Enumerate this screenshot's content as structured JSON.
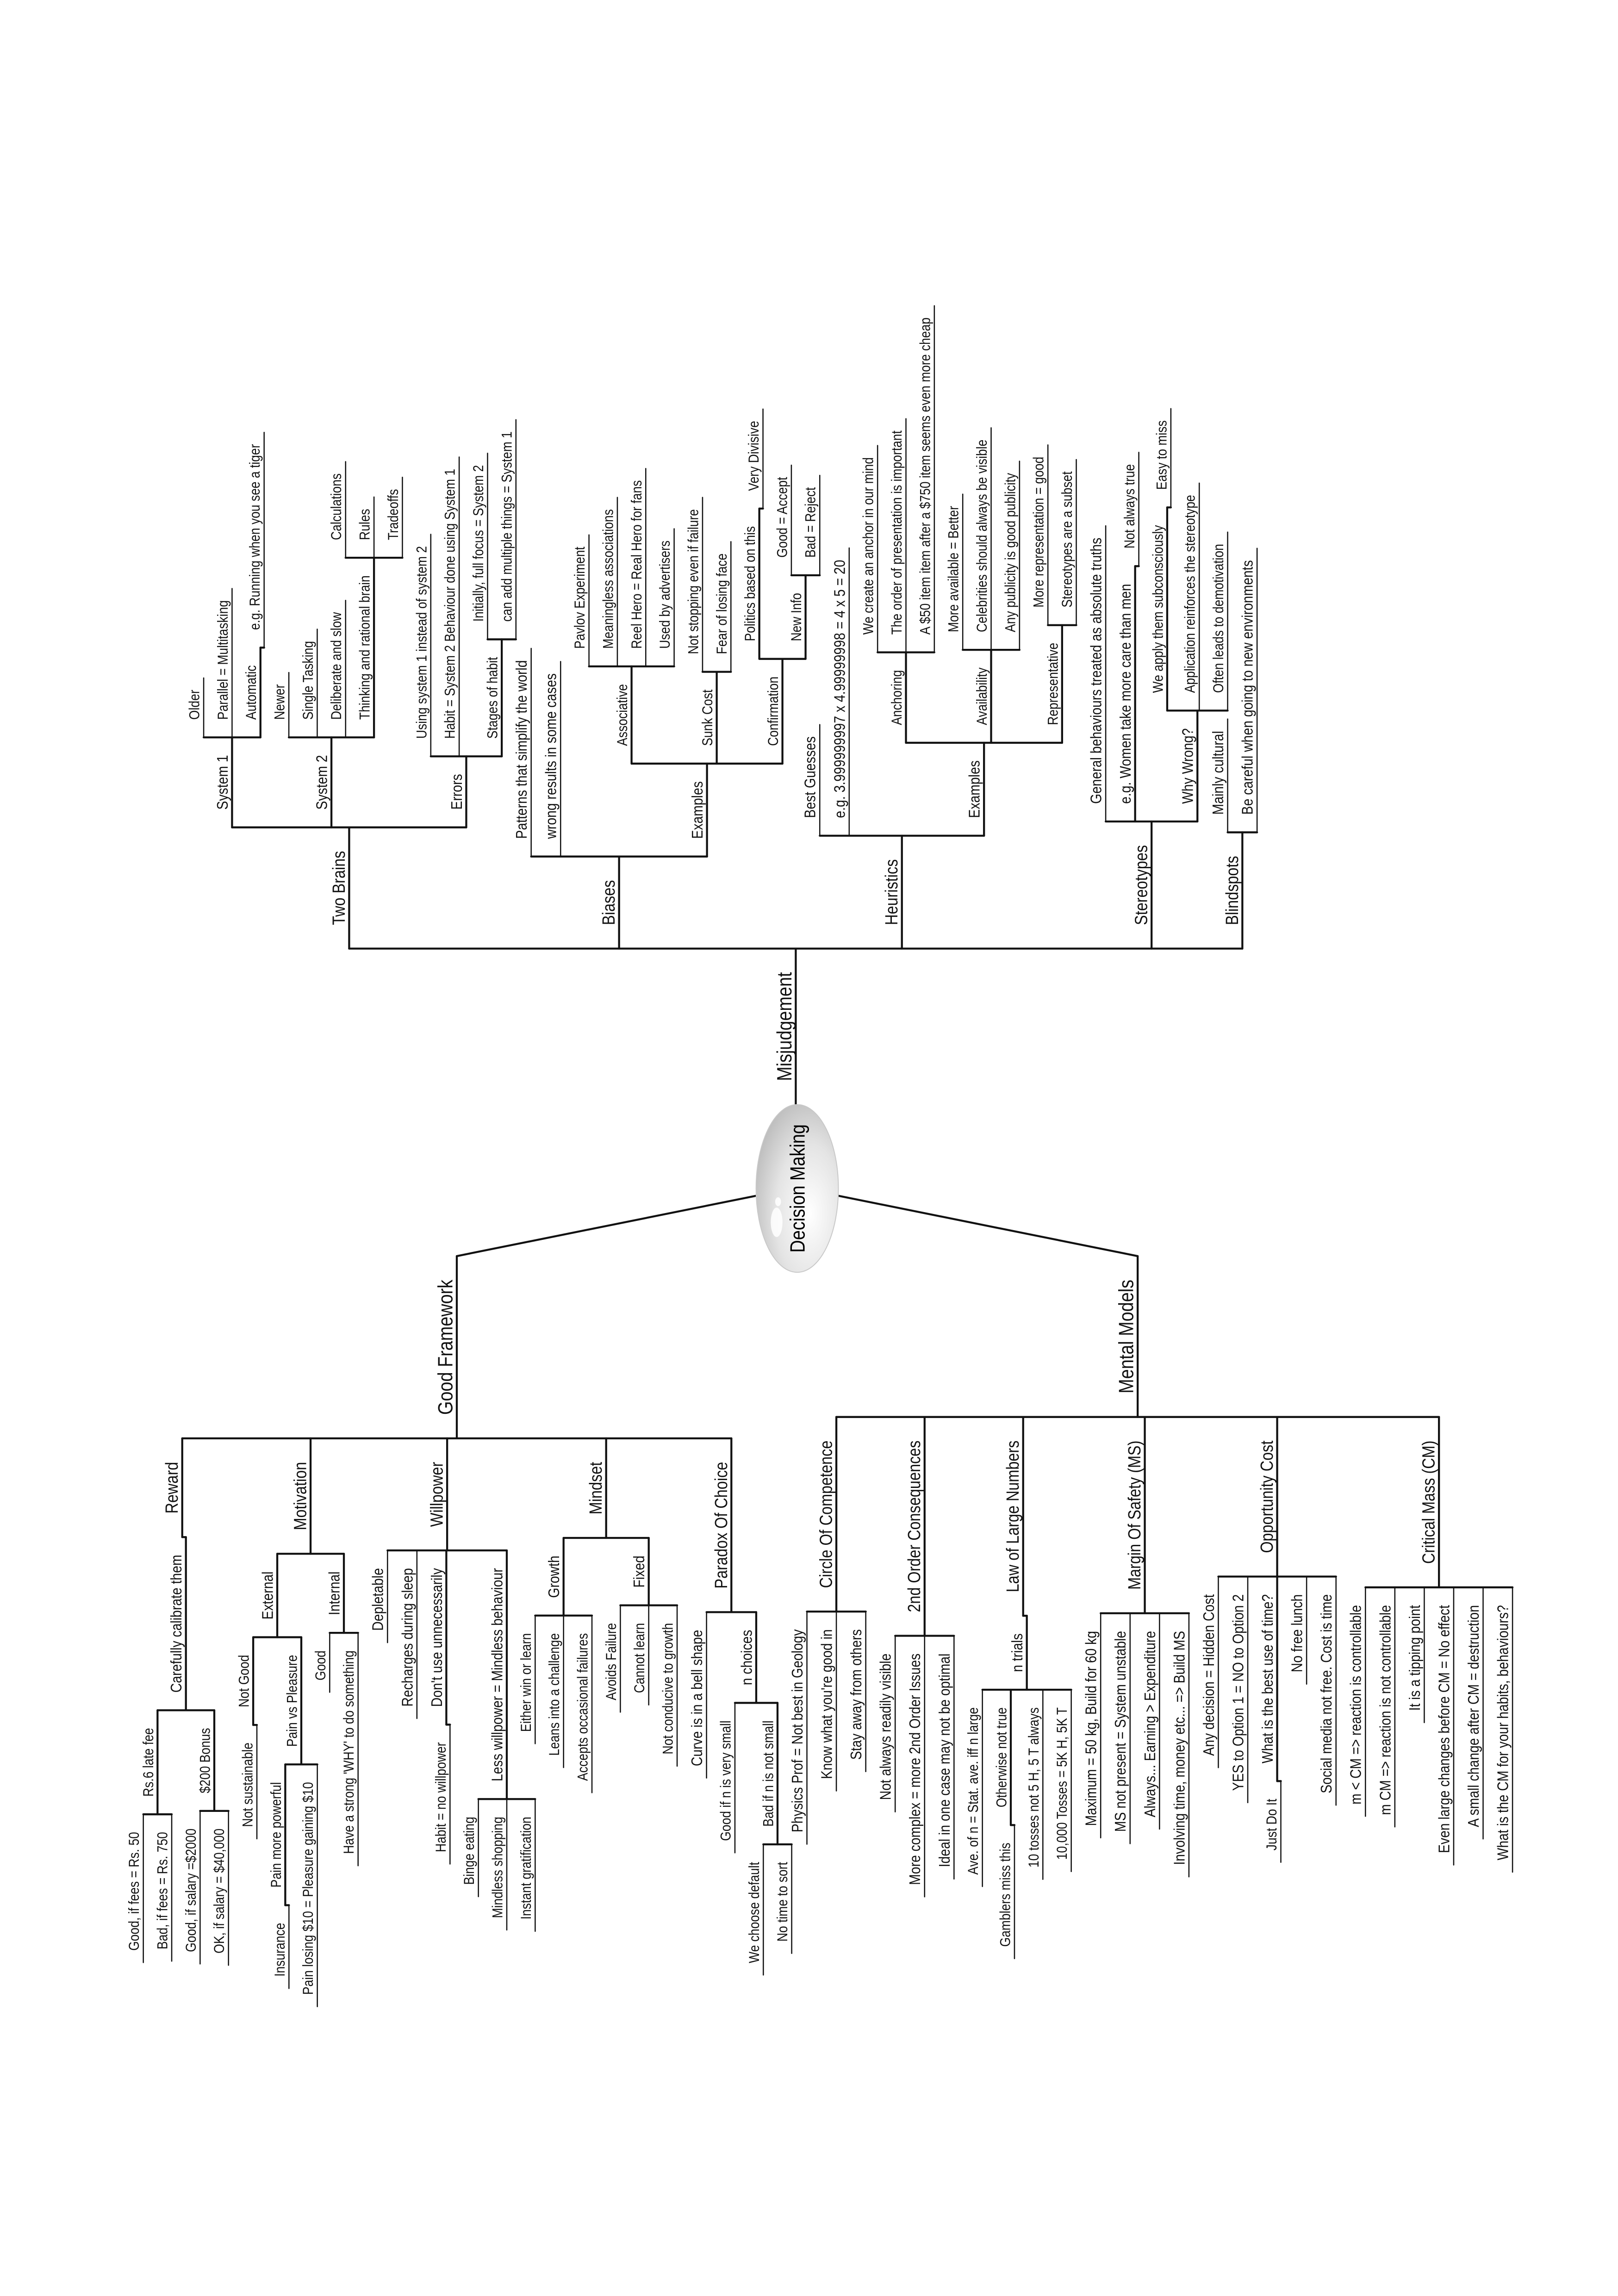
{
  "root": {
    "label": "Decision Making",
    "children": [
      {
        "label": "Misjudgement",
        "children": [
          {
            "label": "Two Brains",
            "children": [
              {
                "label": "System 1",
                "children": [
                  {
                    "label": "Older"
                  },
                  {
                    "label": "Parallel = Multitasking"
                  },
                  {
                    "label": "Automatic",
                    "children": [
                      {
                        "label": "e.g. Running when you see a tiger"
                      }
                    ]
                  }
                ]
              },
              {
                "label": "System 2",
                "children": [
                  {
                    "label": "Newer"
                  },
                  {
                    "label": "Single Tasking"
                  },
                  {
                    "label": "Deliberate and slow"
                  },
                  {
                    "label": "Thinking and rational brain",
                    "children": [
                      {
                        "label": "Calculations"
                      },
                      {
                        "label": "Rules"
                      },
                      {
                        "label": "Tradeoffs"
                      }
                    ]
                  }
                ]
              },
              {
                "label": "Errors",
                "children": [
                  {
                    "label": "Using system 1 instead of system 2"
                  },
                  {
                    "label": "Habit = System 2 Behaviour done using System 1"
                  },
                  {
                    "label": "Stages of habit",
                    "children": [
                      {
                        "label": "Initially, full focus = System 2"
                      },
                      {
                        "label": "can add multiple things = System 1"
                      }
                    ]
                  }
                ]
              }
            ]
          },
          {
            "label": "Biases",
            "children": [
              {
                "label": "Patterns that simplify the world"
              },
              {
                "label": "wrong results in some cases"
              },
              {
                "label": "Examples",
                "children": [
                  {
                    "label": "Associative",
                    "children": [
                      {
                        "label": "Pavlov Experiment"
                      },
                      {
                        "label": "Meaningless associations"
                      },
                      {
                        "label": "Reel Hero = Real Hero for fans"
                      },
                      {
                        "label": "Used by advertisers"
                      }
                    ]
                  },
                  {
                    "label": "Sunk Cost",
                    "children": [
                      {
                        "label": "Not stopping even if failure"
                      },
                      {
                        "label": "Fear of losing face"
                      }
                    ]
                  },
                  {
                    "label": "Confirmation",
                    "children": [
                      {
                        "label": "Politics based on this",
                        "children": [
                          {
                            "label": "Very Divisive"
                          }
                        ]
                      },
                      {
                        "label": "New Info",
                        "children": [
                          {
                            "label": "Good = Accept"
                          },
                          {
                            "label": "Bad = Reject"
                          }
                        ]
                      }
                    ]
                  }
                ]
              }
            ]
          },
          {
            "label": "Heuristics",
            "children": [
              {
                "label": "Best Guesses"
              },
              {
                "label": "e.g. 3.999999997 x 4.99999998 = 4 x 5 = 20"
              },
              {
                "label": "Examples",
                "children": [
                  {
                    "label": "Anchoring",
                    "children": [
                      {
                        "label": "We create an anchor in our mind"
                      },
                      {
                        "label": "The order of presentation is important"
                      },
                      {
                        "label": "A $50 item item after a $750 item seems even more cheap"
                      }
                    ]
                  },
                  {
                    "label": "Availability",
                    "children": [
                      {
                        "label": "More available = Better"
                      },
                      {
                        "label": "Celebrities should always be visible"
                      },
                      {
                        "label": "Any publicity is good publicity"
                      }
                    ]
                  },
                  {
                    "label": "Representative",
                    "children": [
                      {
                        "label": "More representation = good"
                      },
                      {
                        "label": "Stereotypes are a subset"
                      }
                    ]
                  }
                ]
              }
            ]
          },
          {
            "label": "Stereotypes",
            "children": [
              {
                "label": "General behaviours treated as absolute truths"
              },
              {
                "label": "e.g. Women take more care than men",
                "children": [
                  {
                    "label": "Not always true"
                  }
                ]
              },
              {
                "label": "Why Wrong?",
                "children": [
                  {
                    "label": "We apply them subconsciously",
                    "children": [
                      {
                        "label": "Easy to miss"
                      }
                    ]
                  },
                  {
                    "label": "Application reinforces the stereotype"
                  },
                  {
                    "label": "Often leads to demotivation"
                  }
                ]
              }
            ]
          },
          {
            "label": "Blindspots",
            "children": [
              {
                "label": "Mainly cultural"
              },
              {
                "label": "Be careful when going to new environments"
              }
            ]
          }
        ]
      },
      {
        "label": "Good Framework",
        "children": [
          {
            "label": "Reward",
            "children": [
              {
                "label": "Carefully calibrate them",
                "children": [
                  {
                    "label": "Rs.6 late fee",
                    "children": [
                      {
                        "label": "Good, if fees = Rs. 50"
                      },
                      {
                        "label": "Bad, if fees = Rs. 750"
                      }
                    ]
                  },
                  {
                    "label": "$200 Bonus",
                    "children": [
                      {
                        "label": "Good, if salary =$2000"
                      },
                      {
                        "label": "OK, if salary = $40,000"
                      }
                    ]
                  }
                ]
              }
            ]
          },
          {
            "label": "Motivation",
            "children": [
              {
                "label": "External",
                "children": [
                  {
                    "label": "Not Good",
                    "children": [
                      {
                        "label": "Not sustainable"
                      }
                    ]
                  },
                  {
                    "label": "Pain vs Pleasure",
                    "children": [
                      {
                        "label": "Pain more powerful",
                        "children": [
                          {
                            "label": "Insurance"
                          }
                        ]
                      },
                      {
                        "label": "Pain losing $10 = Pleasure gaining $10"
                      }
                    ]
                  }
                ]
              },
              {
                "label": "Internal",
                "children": [
                  {
                    "label": "Good"
                  },
                  {
                    "label": "Have a strong 'WHY' to do something"
                  }
                ]
              }
            ]
          },
          {
            "label": "Willpower",
            "children": [
              {
                "label": "Depletable"
              },
              {
                "label": "Recharges during sleep"
              },
              {
                "label": "Don't use unnecessarily",
                "children": [
                  {
                    "label": "Habit = no willpower"
                  }
                ]
              },
              {
                "label": "Less willpower = Mindless behaviour",
                "children": [
                  {
                    "label": "Binge eating"
                  },
                  {
                    "label": "Mindless shopping"
                  },
                  {
                    "label": "Instant gratification"
                  }
                ]
              }
            ]
          },
          {
            "label": "Mindset",
            "children": [
              {
                "label": "Growth",
                "children": [
                  {
                    "label": "Either win or learn"
                  },
                  {
                    "label": "Leans into a challenge"
                  },
                  {
                    "label": "Accepts occasional failures"
                  }
                ]
              },
              {
                "label": "Fixed",
                "children": [
                  {
                    "label": "Avoids Failure"
                  },
                  {
                    "label": "Cannot learn"
                  },
                  {
                    "label": "Not conducive to growth"
                  }
                ]
              }
            ]
          },
          {
            "label": "Paradox Of Choice",
            "children": [
              {
                "label": "Curve is in a bell shape"
              },
              {
                "label": "n choices",
                "children": [
                  {
                    "label": "Good if n is very small"
                  },
                  {
                    "label": "Bad if n is not small",
                    "children": [
                      {
                        "label": "We choose default"
                      },
                      {
                        "label": "No time to sort"
                      }
                    ]
                  }
                ]
              }
            ]
          }
        ]
      },
      {
        "label": "Mental Models",
        "children": [
          {
            "label": "Circle Of Competence",
            "children": [
              {
                "label": "Physics Prof = Not best in Geology"
              },
              {
                "label": "Know what you're good in"
              },
              {
                "label": "Stay away from others"
              }
            ]
          },
          {
            "label": "2nd Order Consequences",
            "children": [
              {
                "label": "Not always readily visible"
              },
              {
                "label": "More complex = more 2nd Order Issues"
              },
              {
                "label": "Ideal in one case may not be optimal"
              }
            ]
          },
          {
            "label": "Law of Large Numbers",
            "children": [
              {
                "label": "n trials",
                "children": [
                  {
                    "label": "Ave. of n = Stat. ave. iff n large"
                  },
                  {
                    "label": "Otherwise not true",
                    "children": [
                      {
                        "label": "Gamblers miss this"
                      }
                    ]
                  },
                  {
                    "label": "10 tosses not 5 H, 5 T always"
                  },
                  {
                    "label": "10,000 Tosses = 5K H, 5K T"
                  }
                ]
              }
            ]
          },
          {
            "label": "Margin Of Safety (MS)",
            "children": [
              {
                "label": "Maximum = 50 kg, Build for 60 kg"
              },
              {
                "label": "MS not present = System unstable"
              },
              {
                "label": "Always... Earning > Expenditure"
              },
              {
                "label": "Involving time, money etc... => Build MS"
              }
            ]
          },
          {
            "label": "Opportunity Cost",
            "children": [
              {
                "label": "Any decision = Hidden Cost"
              },
              {
                "label": "YES to Option 1 = NO to Option 2"
              },
              {
                "label": "What is the best use of time?",
                "children": [
                  {
                    "label": "Just Do It"
                  }
                ]
              },
              {
                "label": "No free lunch"
              },
              {
                "label": "Social media not free. Cost is time"
              }
            ]
          },
          {
            "label": "Critical Mass (CM)",
            "children": [
              {
                "label": "m < CM => reaction is controllable"
              },
              {
                "label": "m CM => reaction is not controllable"
              },
              {
                "label": "It is a tipping point"
              },
              {
                "label": "Even large changes before CM = No effect"
              },
              {
                "label": "A small change after CM = destruction"
              },
              {
                "label": "What is the CM for your habits, behaviours?"
              }
            ]
          }
        ]
      }
    ]
  }
}
